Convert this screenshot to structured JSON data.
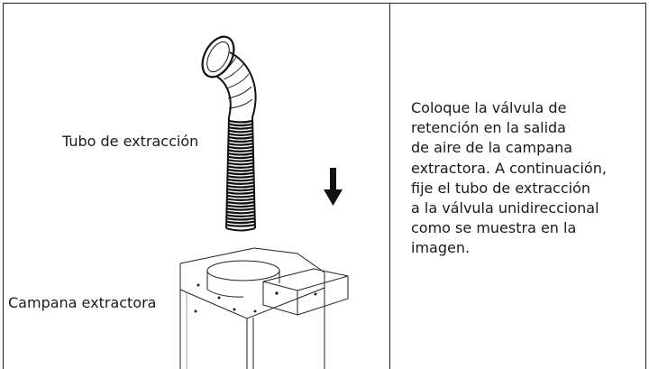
{
  "figure": {
    "hose_label": "Tubo de extracción",
    "hood_label": "Campana extractora",
    "hose_icon": "flexible-exhaust-hose",
    "arrow_icon": "down-arrow",
    "hood_icon": "extractor-hood-with-valve"
  },
  "instruction": {
    "lines": [
      "Coloque la válvula de",
      "retención en la salida",
      "de aire de la campana",
      "extractora. A continuación,",
      "fije el tubo de extracción",
      "a la válvula unidireccional",
      "como se muestra en la",
      "imagen."
    ]
  }
}
